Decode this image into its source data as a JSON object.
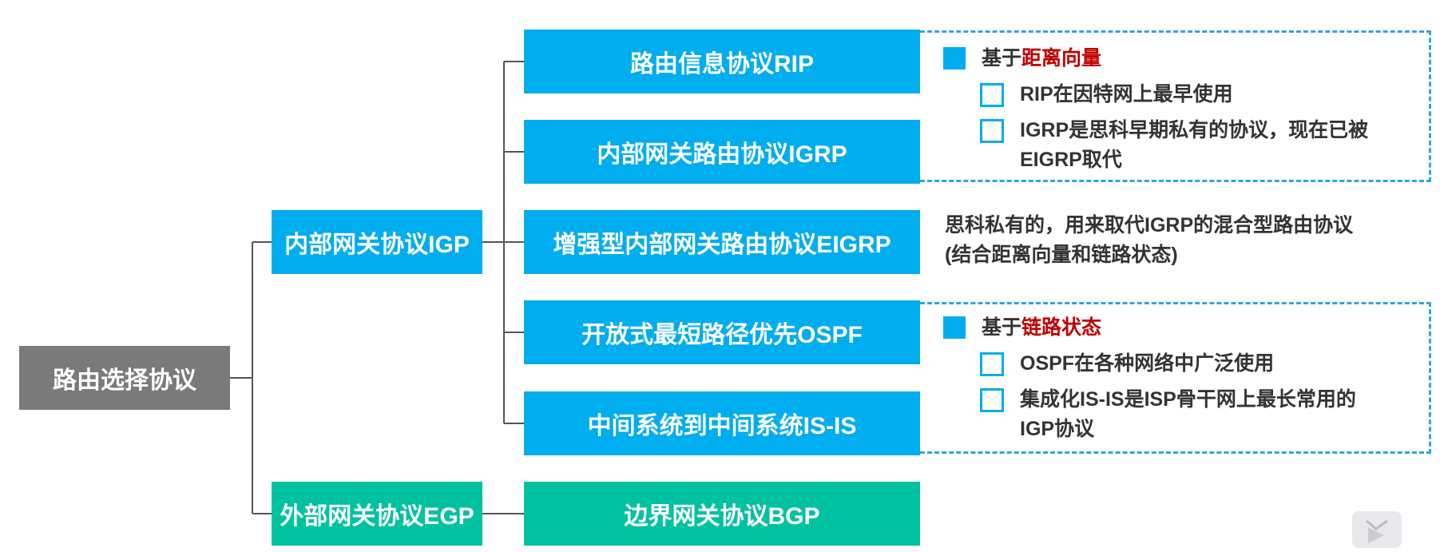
{
  "root": {
    "label": "路由选择协议"
  },
  "categories": {
    "igp": {
      "label": "内部网关协议IGP"
    },
    "egp": {
      "label": "外部网关协议EGP"
    }
  },
  "protocols": {
    "rip": "路由信息协议RIP",
    "igrp": "内部网关路由协议IGRP",
    "eigrp": "增强型内部网关路由协议EIGRP",
    "ospf": "开放式最短路径优先OSPF",
    "isis": "中间系统到中间系统IS-IS",
    "bgp": "边界网关协议BGP"
  },
  "distance_vector_note": {
    "prefix": "基于",
    "highlight": "距离向量",
    "items": [
      [
        "RIP在因特网上最早使用"
      ],
      [
        "IGRP是思科早期私有的协议，现在已被",
        "EIGRP取代"
      ]
    ]
  },
  "eigrp_note": {
    "lines": [
      "思科私有的，用来取代IGRP的混合型路由协议",
      "(结合距离向量和链路状态)"
    ]
  },
  "link_state_note": {
    "prefix": "基于",
    "highlight": "链路状态",
    "items": [
      [
        "OSPF在各种网络中广泛使用"
      ],
      [
        "集成化IS-IS是ISP骨干网上最长常用的",
        "IGP协议"
      ]
    ]
  },
  "colors": {
    "root": "#7a7a7a",
    "igp_branch": "#00adef",
    "egp_branch": "#00c2a0",
    "highlight": "#c00000",
    "dashed_border": "#2ea8d8"
  },
  "icons": {
    "player_overlay": "play-icon"
  }
}
